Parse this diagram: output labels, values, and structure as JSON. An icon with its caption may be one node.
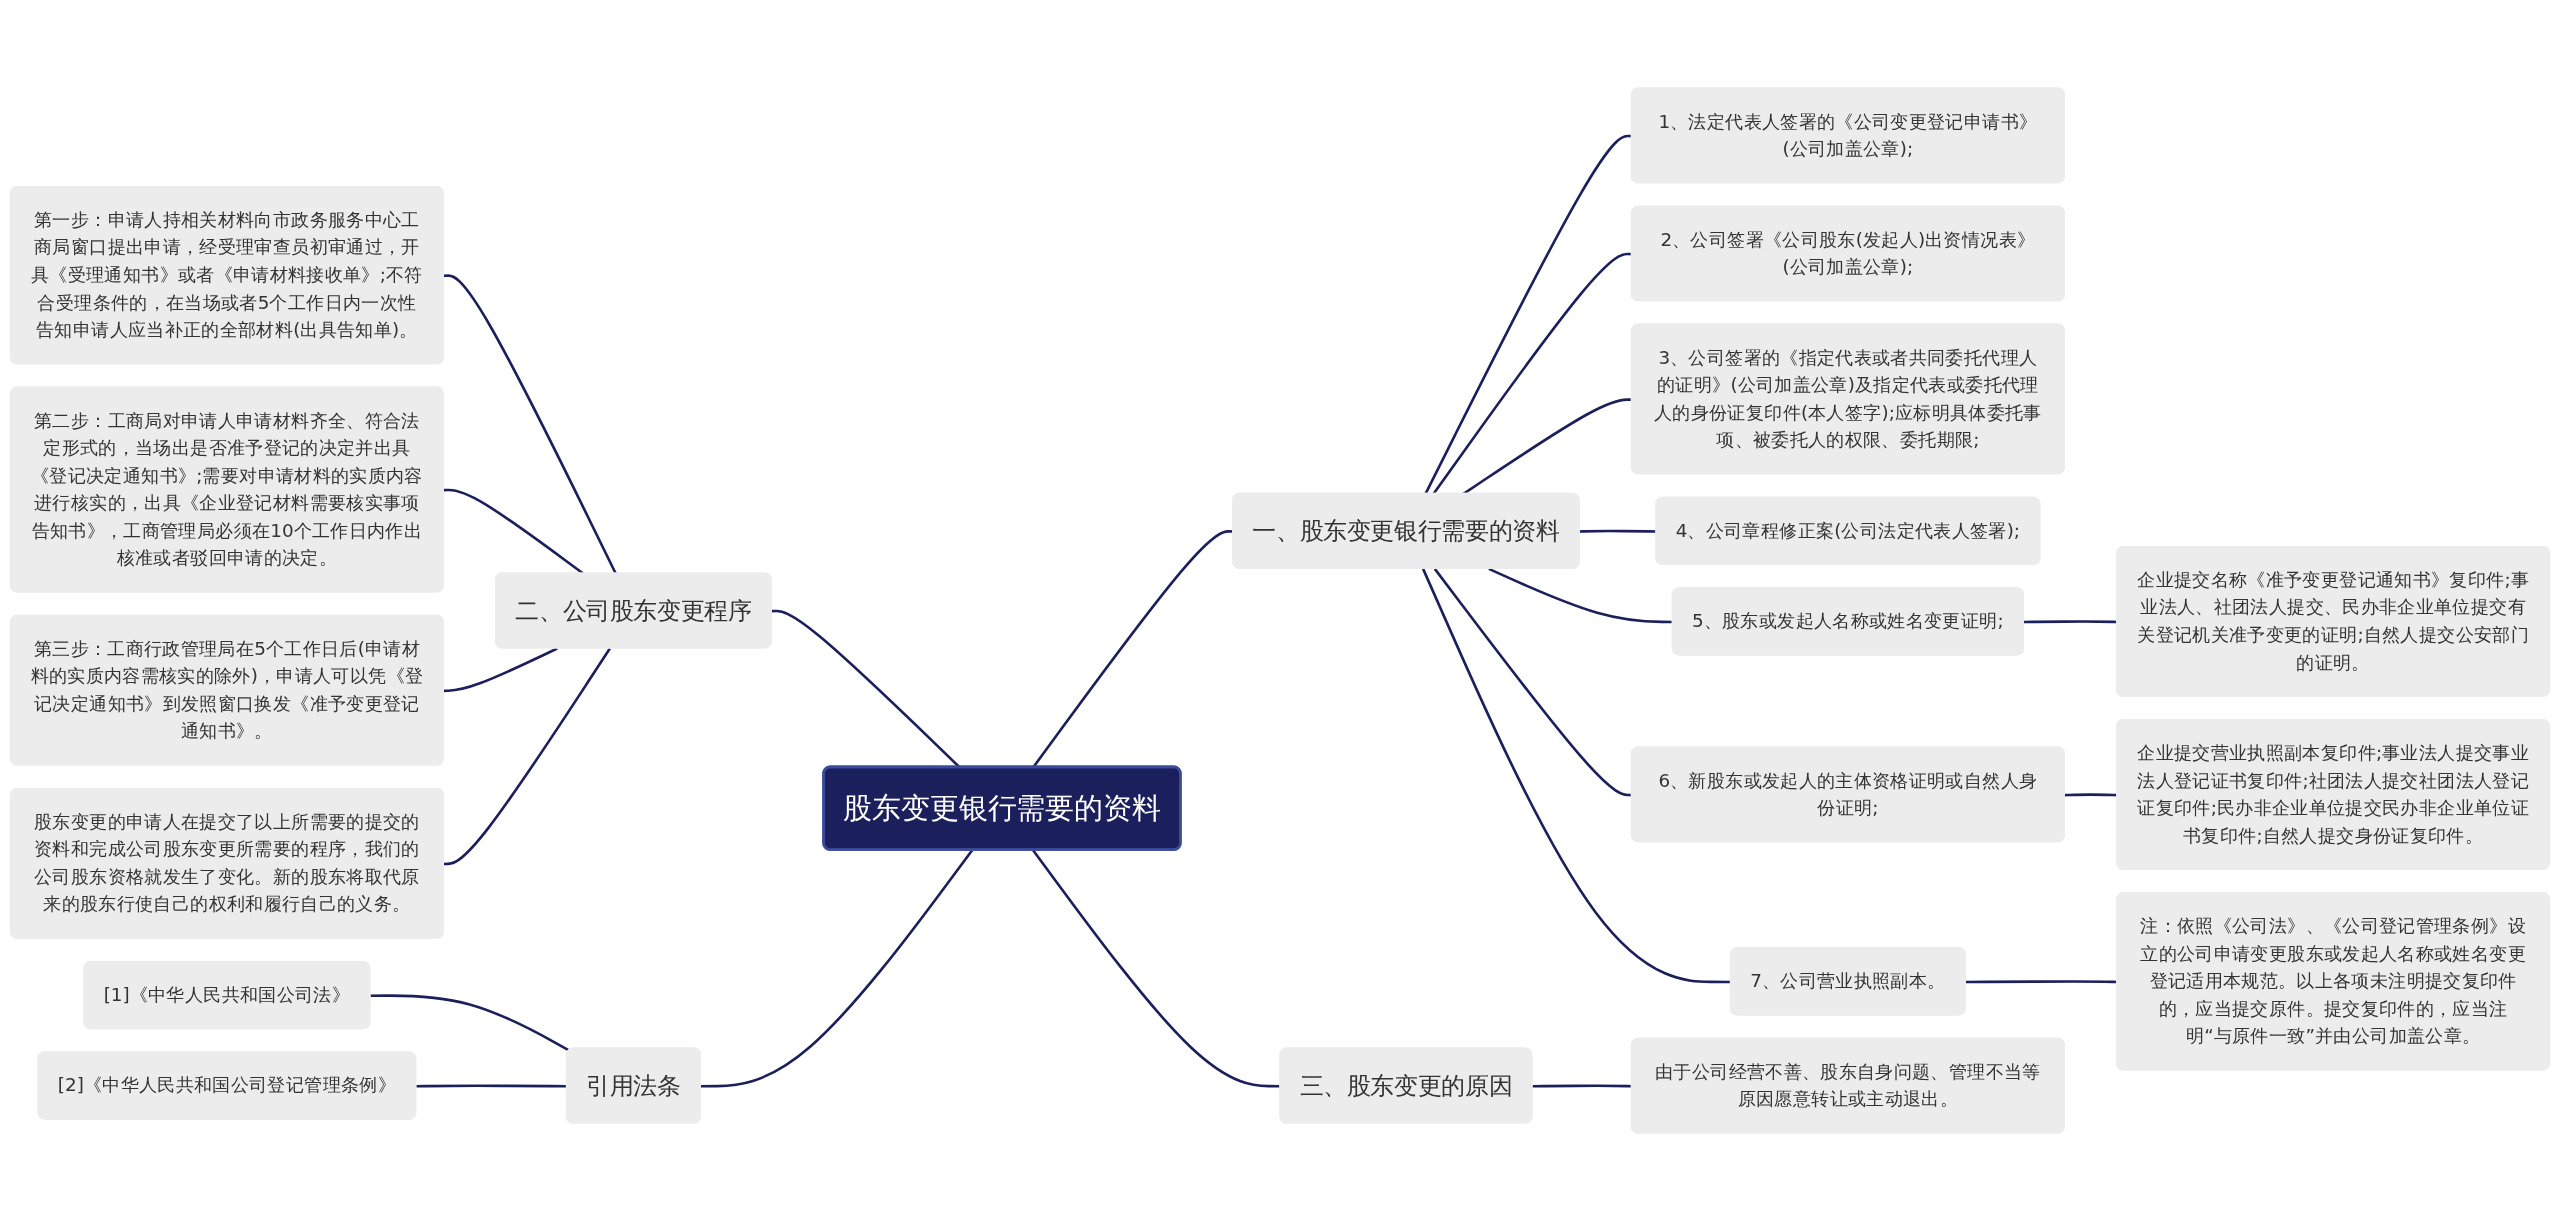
{
  "diagram": {
    "nodes": [
      {
        "text": [
          "股东变更银行需要的资料"
        ]
      },
      {
        "text": [
          "一、股东变更银行需要的资料"
        ]
      },
      {
        "text": [
          "1、法定代表人签署的《公司变更登记申请书》(公司加盖公章);"
        ]
      },
      {
        "text": [
          "2、公司签署《公司股东(发起人)出资情况表》(公司加盖公章);"
        ]
      },
      {
        "text": [
          "3、公司签署的《指定代表或者共同委托代理人的证明》(公司加盖公章)及指定代表或委托代理人的身份证复印件(本人签字);应标明具体委托事项、被委托人的权限、委托期限;"
        ]
      },
      {
        "text": [
          "4、公司章程修正案(公司法定代表人签署);"
        ]
      },
      {
        "text": [
          "5、股东或发起人名称或姓名变更证明;"
        ]
      },
      {
        "text": [
          "6、新股东或发起人的主体资格证明或自然人身份证明;"
        ]
      },
      {
        "text": [
          "7、公司营业执照副本。"
        ]
      },
      {
        "text": [
          "企业提交名称《准予变更登记通知书》复印件;事业法人、社团法人提交、民办非企业单位提交有关登记机关准予变更的证明;自然人提交公安部门的证明。"
        ]
      },
      {
        "text": [
          "企业提交营业执照副本复印件;事业法人提交事业法人登记证书复印件;社团法人提交社团法人登记证复印件;民办非企业单位提交民办非企业单位证书复印件;自然人提交身份证复印件。"
        ]
      },
      {
        "text": [
          "注：依照《公司法》、《公司登记管理条例》设立的公司申请变更股东或发起人名称或姓名变更登记适用本规范。以上各项未注明提交复印件的，应当提交原件。提交复印件的，应当注明“与原件一致”并由公司加盖公章。"
        ]
      },
      {
        "text": [
          "三、股东变更的原因"
        ]
      },
      {
        "text": [
          "由于公司经营不善、股东自身问题、管理不当等原因愿意转让或主动退出。"
        ]
      },
      {
        "text": [
          "二、公司股东变更程序"
        ]
      },
      {
        "text": [
          "第一步：申请人持相关材料向市政务服务中心工商局窗口提出申请，经受理审查员初审通过，开具《受理通知书》或者《申请材料接收单》;不符合受理条件的，在当场或者5个工作日内一次性告知申请人应当补正的全部材料(出具告知单)。"
        ]
      },
      {
        "text": [
          "第二步：工商局对申请人申请材料齐全、符合法定形式的，当场出是否准予登记的决定并出具《登记决定通知书》;需要对申请材料的实质内容进行核实的，出具《企业登记材料需要核实事项告知书》，工商管理局必须在10个工作日内作出核准或者驳回申请的决定。"
        ]
      },
      {
        "text": [
          "第三步：工商行政管理局在5个工作日后(申请材料的实质内容需核实的除外)，申请人可以凭《登记决定通知书》到发照窗口换发《准予变更登记通知书》。"
        ]
      },
      {
        "text": [
          "股东变更的申请人在提交了以上所需要的提交的资料和完成公司股东变更所需要的程序，我们的公司股东资格就发生了变化。新的股东将取代原来的股东行使自己的权利和履行自己的义务。"
        ]
      },
      {
        "text": [
          "引用法条"
        ]
      },
      {
        "text": [
          "[1]《中华人民共和国公司法》"
        ]
      },
      {
        "text": [
          "[2]《中华人民共和国公司登记管理条例》"
        ]
      }
    ],
    "edges": [
      {
        "from": 0,
        "to": 1,
        "arrow": "none"
      },
      {
        "from": 1,
        "to": 2,
        "arrow": "none"
      },
      {
        "from": 1,
        "to": 3,
        "arrow": "none"
      },
      {
        "from": 1,
        "to": 4,
        "arrow": "none"
      },
      {
        "from": 1,
        "to": 5,
        "arrow": "none"
      },
      {
        "from": 1,
        "to": 6,
        "arrow": "none"
      },
      {
        "from": 1,
        "to": 7,
        "arrow": "none"
      },
      {
        "from": 1,
        "to": 8,
        "arrow": "none"
      },
      {
        "from": 6,
        "to": 9,
        "arrow": "none"
      },
      {
        "from": 7,
        "to": 10,
        "arrow": "none"
      },
      {
        "from": 8,
        "to": 11,
        "arrow": "none"
      },
      {
        "from": 0,
        "to": 12,
        "arrow": "none"
      },
      {
        "from": 12,
        "to": 13,
        "arrow": "none"
      },
      {
        "from": 0,
        "to": 14,
        "arrow": "none"
      },
      {
        "from": 14,
        "to": 15,
        "arrow": "none"
      },
      {
        "from": 14,
        "to": 16,
        "arrow": "none"
      },
      {
        "from": 14,
        "to": 17,
        "arrow": "none"
      },
      {
        "from": 14,
        "to": 18,
        "arrow": "none"
      },
      {
        "from": 0,
        "to": 19,
        "arrow": "none"
      },
      {
        "from": 19,
        "to": 20,
        "arrow": "none"
      },
      {
        "from": 19,
        "to": 21,
        "arrow": "none"
      }
    ]
  }
}
